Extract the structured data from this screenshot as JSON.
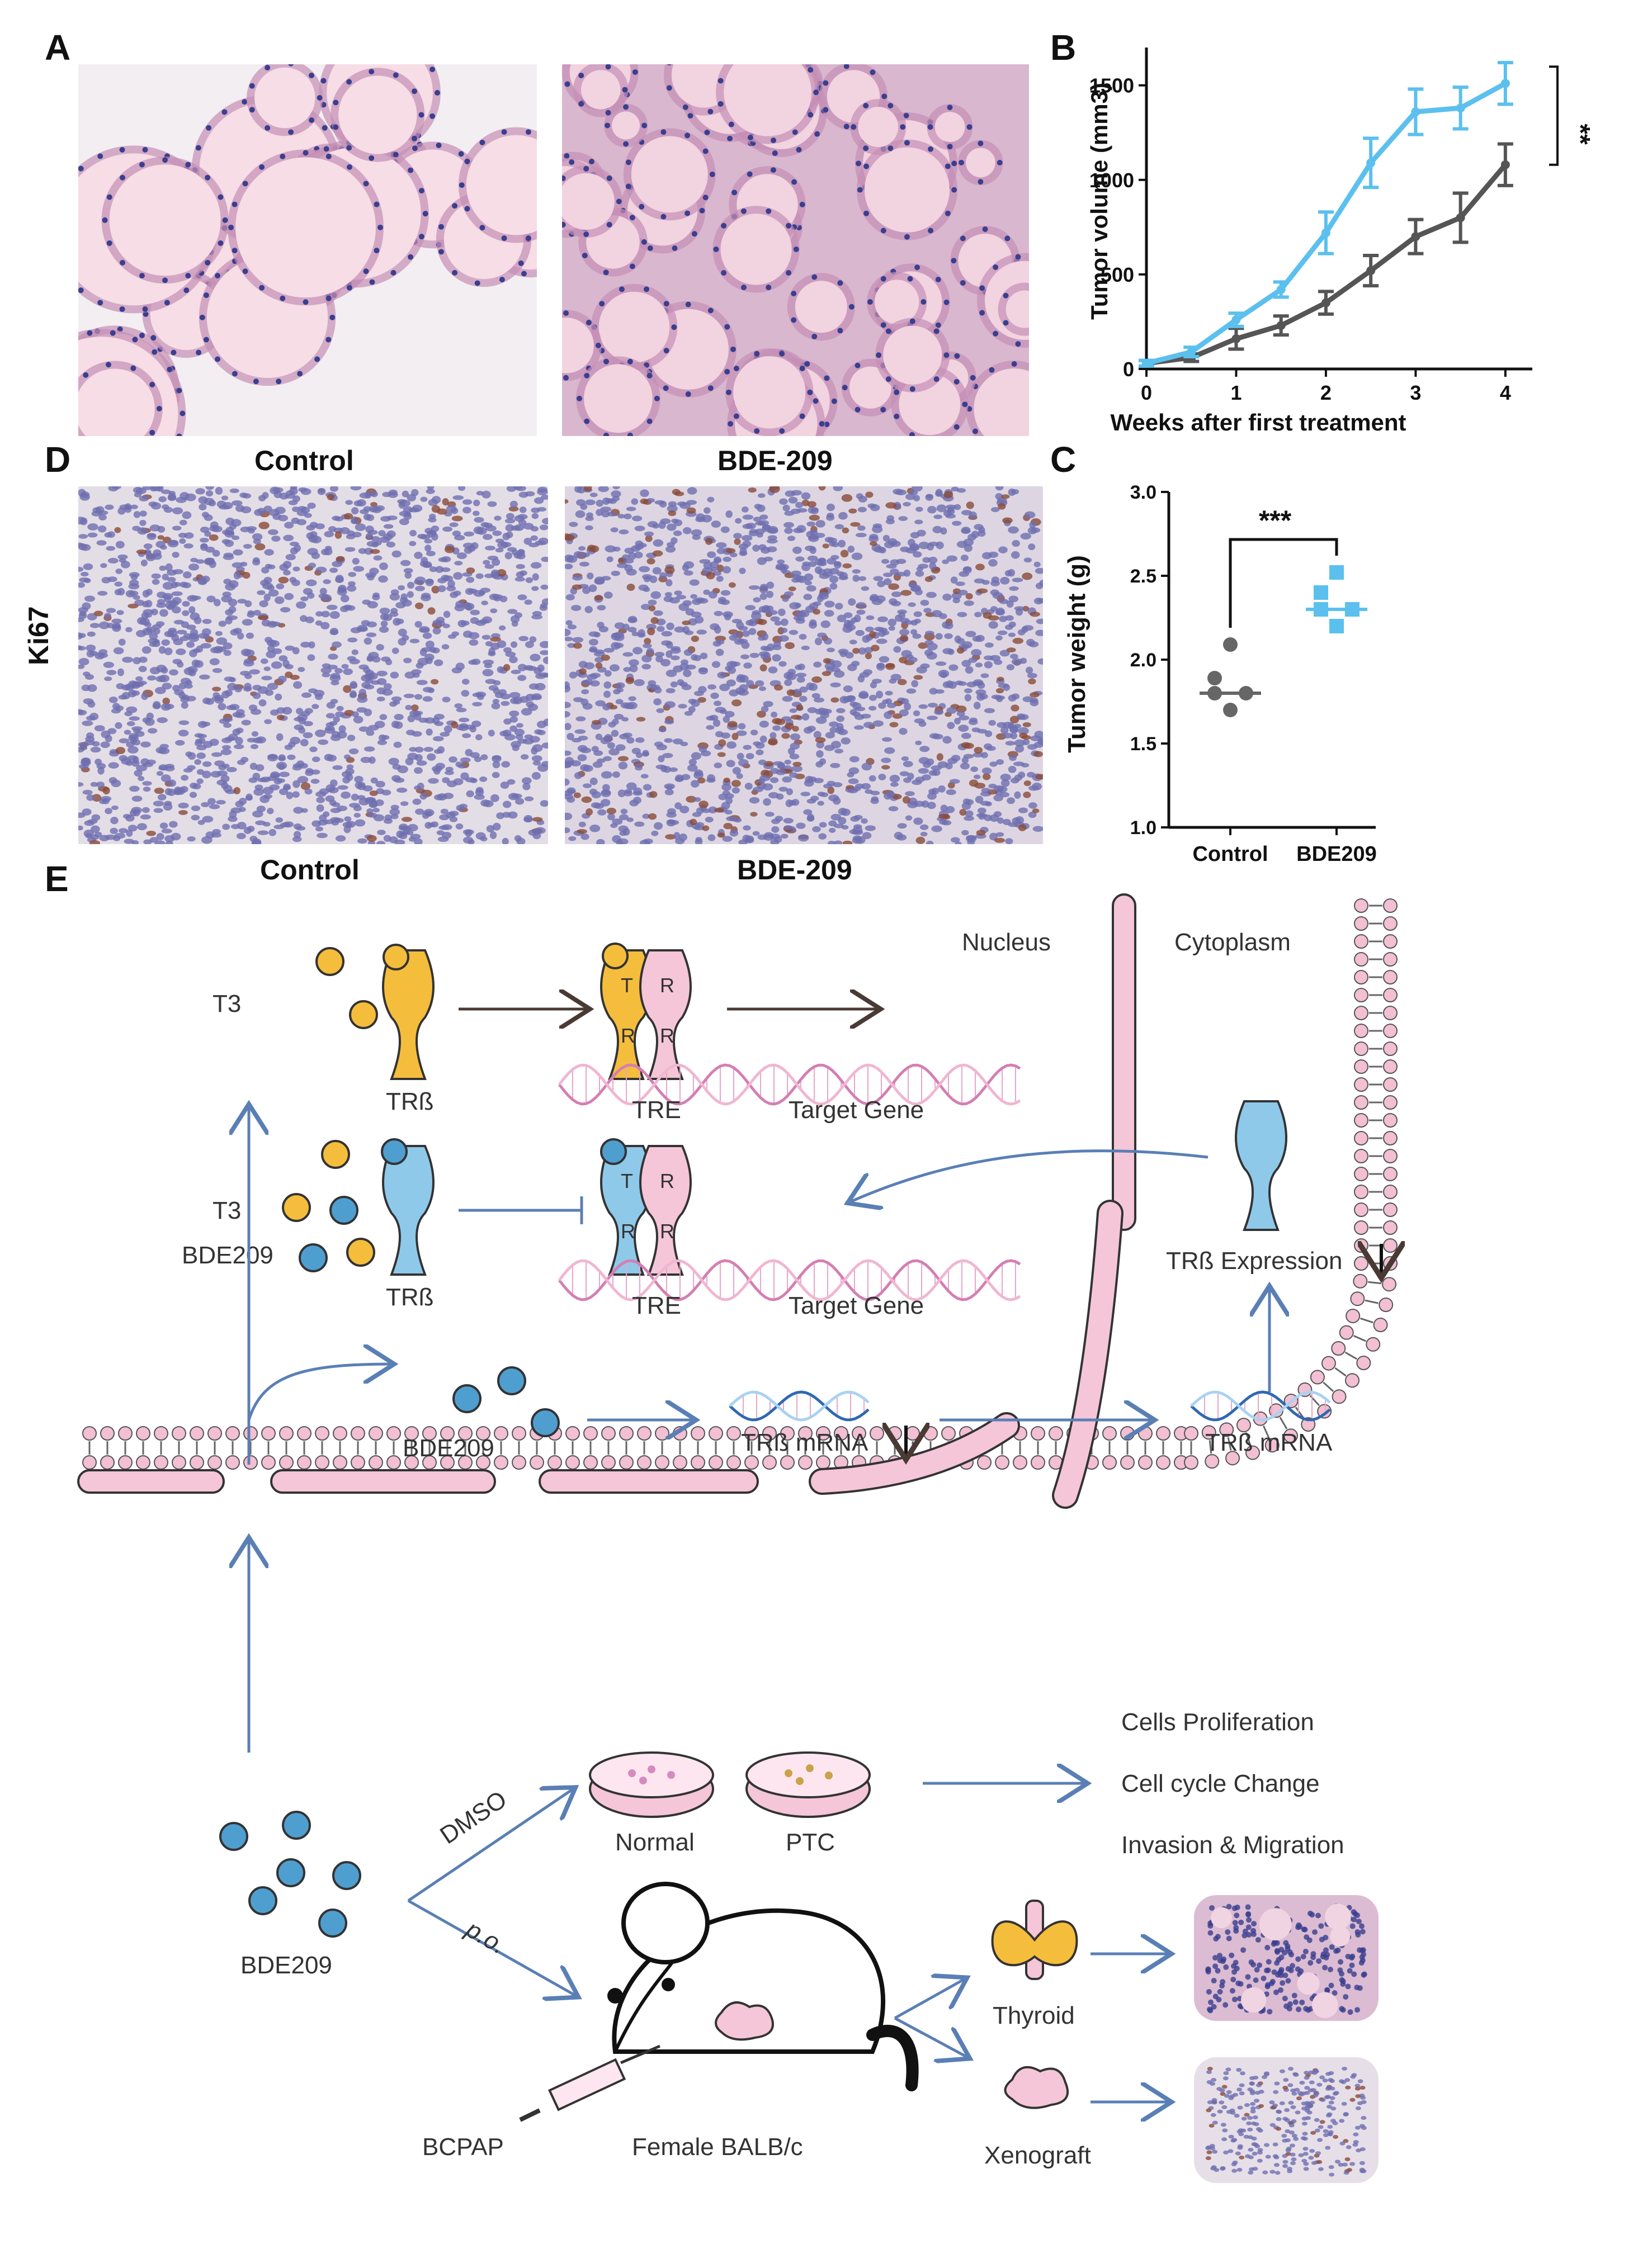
{
  "panels": {
    "a": {
      "letter": "A"
    },
    "b": {
      "letter": "B"
    },
    "c": {
      "letter": "C"
    },
    "d": {
      "letter": "D",
      "col_top_left": "Control",
      "col_top_right": "BDE-209",
      "row_label": "Ki67",
      "col_bottom_left": "Control",
      "col_bottom_right": "BDE-209"
    },
    "e": {
      "letter": "E"
    }
  },
  "chart_data": [
    {
      "type": "line",
      "panel": "B",
      "xlabel": "Weeks after first treatment",
      "ylabel": "Tumor volume (mm3)",
      "xlim": [
        0,
        4.3
      ],
      "ylim": [
        0,
        1700
      ],
      "xticks": [
        0,
        1,
        2,
        3,
        4
      ],
      "yticks": [
        0,
        500,
        1000,
        1500
      ],
      "x": [
        0,
        0.5,
        1,
        1.5,
        2,
        2.5,
        3,
        3.5,
        4
      ],
      "series": [
        {
          "color": "#5bc0ee",
          "values": [
            30,
            90,
            260,
            420,
            720,
            1090,
            1360,
            1380,
            1510
          ],
          "errors": [
            15,
            25,
            35,
            40,
            110,
            130,
            120,
            110,
            110
          ]
        },
        {
          "color": "#555555",
          "values": [
            30,
            60,
            160,
            230,
            350,
            520,
            700,
            800,
            1080
          ],
          "errors": [
            15,
            20,
            55,
            50,
            60,
            80,
            90,
            130,
            110
          ]
        }
      ],
      "significance": "**"
    },
    {
      "type": "scatter",
      "panel": "C",
      "ylabel": "Tumor weight (g)",
      "categories": [
        "Control",
        "BDE209"
      ],
      "ylim": [
        1.0,
        3.0
      ],
      "yticks": [
        "1.0",
        "1.5",
        "2.0",
        "2.5",
        "3.0"
      ],
      "series": [
        {
          "name": "Control",
          "color": "#666666",
          "values": [
            2.09,
            1.89,
            1.8,
            1.8,
            1.7
          ],
          "median": 1.8
        },
        {
          "name": "BDE209",
          "color": "#5bc0ee",
          "values": [
            2.52,
            2.4,
            2.3,
            2.3,
            2.2
          ],
          "median": 2.3
        }
      ],
      "significance": "***"
    }
  ],
  "diagram": {
    "nucleus": "Nucleus",
    "cytoplasm": "Cytoplasm",
    "t3_top": "T3",
    "trb_top": "TRß",
    "tre_top": "TRE",
    "target_top": "Target Gene",
    "t3_mid": "T3",
    "bde_mid": "BDE209",
    "trb_mid": "TRß",
    "tre_mid": "TRE",
    "target_mid": "Target Gene",
    "expression": "TRß Expression",
    "bde_center": "BDE209",
    "mrna_left": "TRß mRNA",
    "mrna_right": "TRß mRNA",
    "receptor_t": "T",
    "receptor_r": "R",
    "dmso": "DMSO",
    "po": "p.o.",
    "normal": "Normal",
    "ptc": "PTC",
    "outcome1": "Cells Proliferation",
    "outcome2": "Cell cycle Change",
    "outcome3": "Invasion & Migration",
    "bde_bottom": "BDE209",
    "thyroid": "Thyroid",
    "xenograft": "Xenograft",
    "bcpap": "BCPAP",
    "mouse": "Female BALB/c"
  },
  "colors": {
    "blue": "#5bc0ee",
    "gray": "#555555",
    "pink": "#f2bfd3",
    "arrow": "#5a7fb5",
    "gold": "#f5bd3c",
    "ball_blue": "#4f9ed0"
  }
}
